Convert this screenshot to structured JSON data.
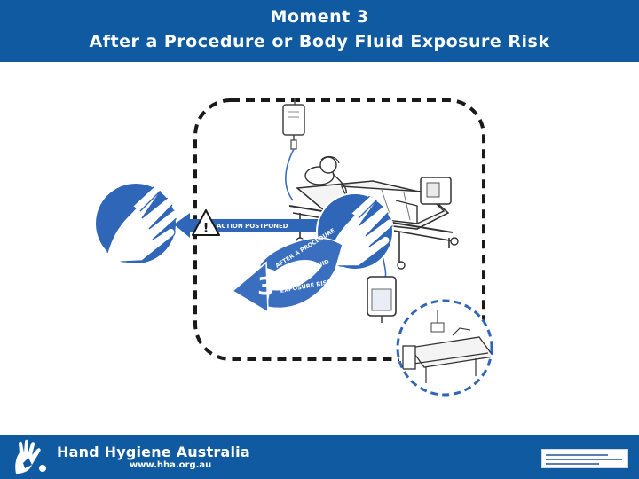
{
  "header": {
    "title_line1": "Moment 3",
    "title_line2": "After a Procedure or Body Fluid Exposure Risk"
  },
  "illustration": {
    "action_postponed_label": "ACTION POSTPONED",
    "moment_number": "3",
    "moment_arc_line1": "AFTER A PROCEDURE",
    "moment_arc_line2": "OR BODY FLUID",
    "moment_arc_line3": "EXPOSURE RISK",
    "warning_symbol": "!"
  },
  "footer": {
    "brand_name": "Hand Hygiene Australia",
    "brand_url": "www.hha.org.au"
  },
  "colors": {
    "brand_blue": "#0f5aa0",
    "accent_blue": "#3a6fc0",
    "dash_black": "#1a1a1a"
  }
}
